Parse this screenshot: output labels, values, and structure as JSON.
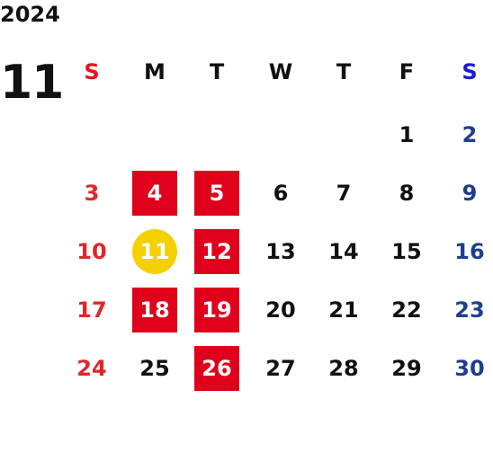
{
  "calendar": {
    "year": "2024",
    "month": "11",
    "weekdays": [
      "S",
      "M",
      "T",
      "W",
      "T",
      "F",
      "S"
    ],
    "colors": {
      "sunday": "#e0262a",
      "saturday": "#1d3f8f",
      "highlight": "#e0001c",
      "today": "#f5d000"
    },
    "weeks": [
      [
        {
          "day": ""
        },
        {
          "day": ""
        },
        {
          "day": ""
        },
        {
          "day": ""
        },
        {
          "day": ""
        },
        {
          "day": "1"
        },
        {
          "day": "2"
        }
      ],
      [
        {
          "day": "3"
        },
        {
          "day": "4",
          "mark": "highlight"
        },
        {
          "day": "5",
          "mark": "highlight"
        },
        {
          "day": "6"
        },
        {
          "day": "7"
        },
        {
          "day": "8"
        },
        {
          "day": "9"
        }
      ],
      [
        {
          "day": "10"
        },
        {
          "day": "11",
          "mark": "today"
        },
        {
          "day": "12",
          "mark": "highlight"
        },
        {
          "day": "13"
        },
        {
          "day": "14"
        },
        {
          "day": "15"
        },
        {
          "day": "16"
        }
      ],
      [
        {
          "day": "17"
        },
        {
          "day": "18",
          "mark": "highlight"
        },
        {
          "day": "19",
          "mark": "highlight"
        },
        {
          "day": "20"
        },
        {
          "day": "21"
        },
        {
          "day": "22"
        },
        {
          "day": "23"
        }
      ],
      [
        {
          "day": "24"
        },
        {
          "day": "25"
        },
        {
          "day": "26",
          "mark": "highlight"
        },
        {
          "day": "27"
        },
        {
          "day": "28"
        },
        {
          "day": "29"
        },
        {
          "day": "30"
        }
      ]
    ]
  }
}
